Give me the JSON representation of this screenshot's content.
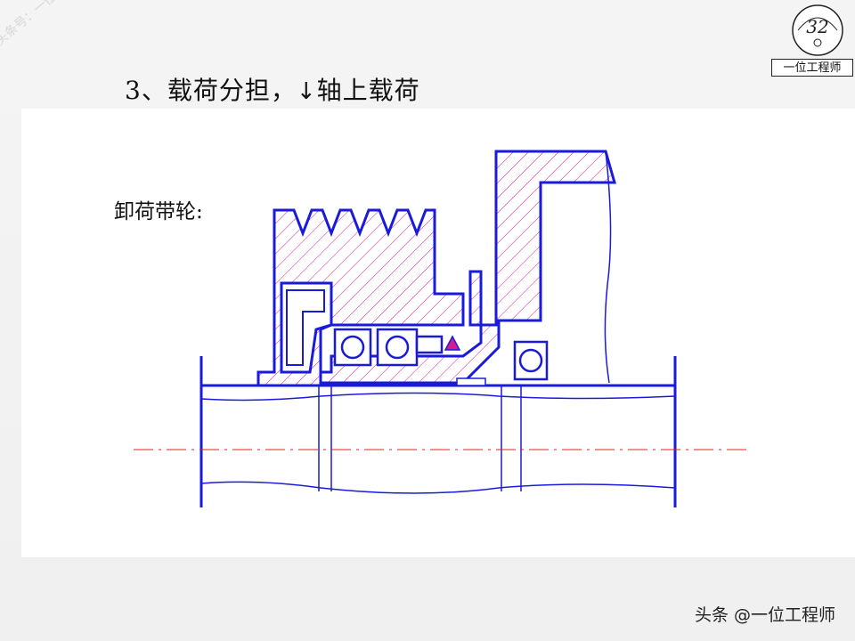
{
  "slide": {
    "title_prefix": "3、载荷分担，",
    "title_arrow": "↓",
    "title_suffix": "轴上载荷",
    "subtitle": "卸荷带轮:"
  },
  "logo": {
    "label": "一位工程师",
    "seal_text": "32"
  },
  "watermark": {
    "text": "头条号：一位工程师"
  },
  "footer": {
    "credit": "头条 @一位工程师"
  },
  "colors": {
    "outline": "#1a1adb",
    "hatch": "#d81b8c",
    "centerline": "#e02020"
  }
}
